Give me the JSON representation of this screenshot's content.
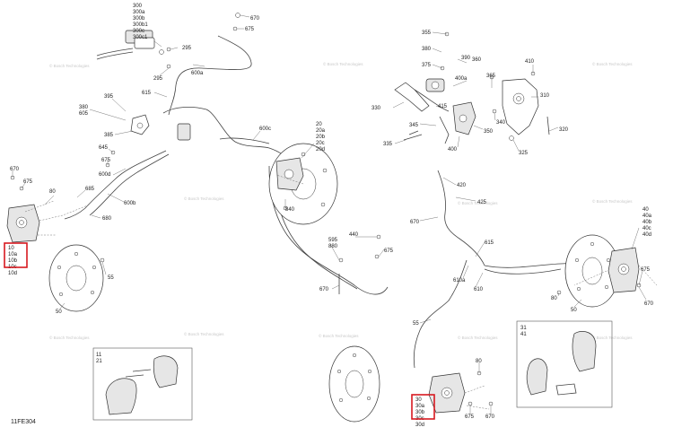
{
  "document_code": "11FE304",
  "watermark_text": "© Bosch Technologies",
  "highlight_color": "#d71920",
  "callouts": {
    "c300": [
      "300",
      "300a",
      "300b",
      "300b1",
      "300c",
      "300c1"
    ],
    "c670a": "670",
    "c675a": "675",
    "c295a": "295",
    "c295b": "295",
    "c600a": "600a",
    "c615": "615",
    "c395": "395",
    "c380": "380",
    "c605": "605",
    "c385": "385",
    "c645": "645",
    "c675b": "675",
    "c600d": "600d",
    "c600c": "600c",
    "c600b": "600b",
    "c670b": "670",
    "c675c": "675",
    "c80a": "80",
    "c685": "685",
    "c680": "680",
    "c55a": "55",
    "c50a": "50",
    "c10": [
      "10",
      "10a",
      "10b",
      "10c",
      "10d"
    ],
    "c20": [
      "20",
      "20a",
      "20b",
      "20c",
      "20d"
    ],
    "c840": "840",
    "c595": "595",
    "c880": "880",
    "c440": "440",
    "c675d": "675",
    "c670c": "670",
    "c355": "355",
    "c380b": "380",
    "c390": "390",
    "c360": "360",
    "c375": "375",
    "c400a": "400a",
    "c365": "365",
    "c410": "410",
    "c310": "310",
    "c330": "330",
    "c415": "415",
    "c340": "340",
    "c345": "345",
    "c350": "350",
    "c335": "335",
    "c400": "400",
    "c325": "325",
    "c320": "320",
    "c420": "420",
    "c425": "425",
    "c615b": "615",
    "c610a": "610a",
    "c610": "610",
    "c40": [
      "40",
      "40a",
      "40b",
      "40c",
      "40d"
    ],
    "c675e": "675",
    "c670d": "670",
    "c80b": "80",
    "c50b": "50",
    "c80c": "80",
    "c55b": "55",
    "c30": [
      "30",
      "30a",
      "30b",
      "30c",
      "30d"
    ],
    "c675f": "675",
    "c670e": "670",
    "c11": [
      "11",
      "21"
    ],
    "c31": [
      "31",
      "41"
    ]
  }
}
